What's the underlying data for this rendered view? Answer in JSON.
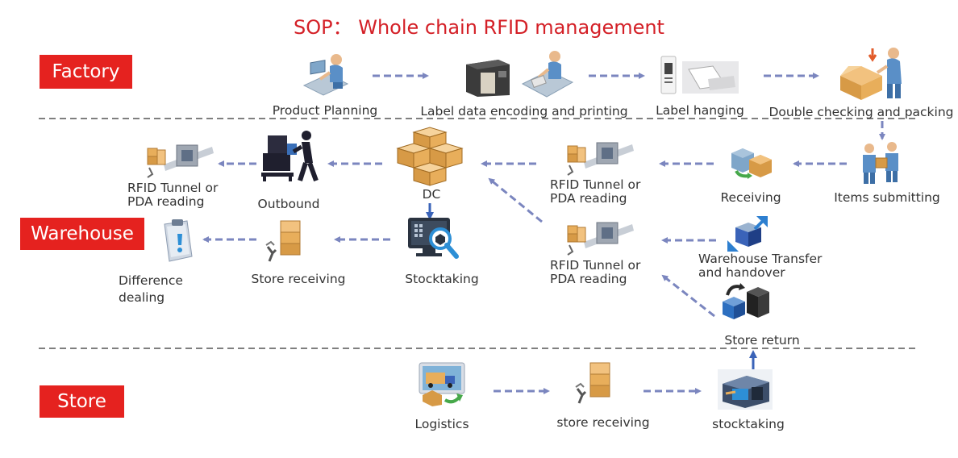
{
  "title": "SOP：  Whole chain RFID management",
  "zones": {
    "factory": "Factory",
    "warehouse": "Warehouse",
    "store": "Store"
  },
  "nodes": {
    "product_planning": "Product Planning",
    "label_encoding": "Label data encoding and printing",
    "label_hanging": "Label hanging",
    "double_checking": "Double checking and packing",
    "items_submitting": "Items submitting",
    "receiving": "Receiving",
    "rfid_tunnel_1": "RFID Tunnel or\nPDA reading",
    "dc": "DC",
    "outbound": "Outbound",
    "rfid_tunnel_2": "RFID Tunnel or\nPDA reading",
    "warehouse_transfer": "Warehouse Transfer\nand handover",
    "rfid_tunnel_3": "RFID Tunnel or\nPDA reading",
    "stocktaking_wh": "Stocktaking",
    "store_receiving_wh": "Store receiving",
    "difference_dealing": "Difference\ndealing",
    "store_return": "Store return",
    "logistics": "Logistics",
    "store_receiving": "store receiving",
    "stocktaking_store": "stocktaking"
  },
  "colors": {
    "accent_red": "#e5221f",
    "title_red": "#d42027",
    "arrow": "#7b86bf",
    "arrow_blue": "#3a63b8",
    "divider": "#555555"
  }
}
